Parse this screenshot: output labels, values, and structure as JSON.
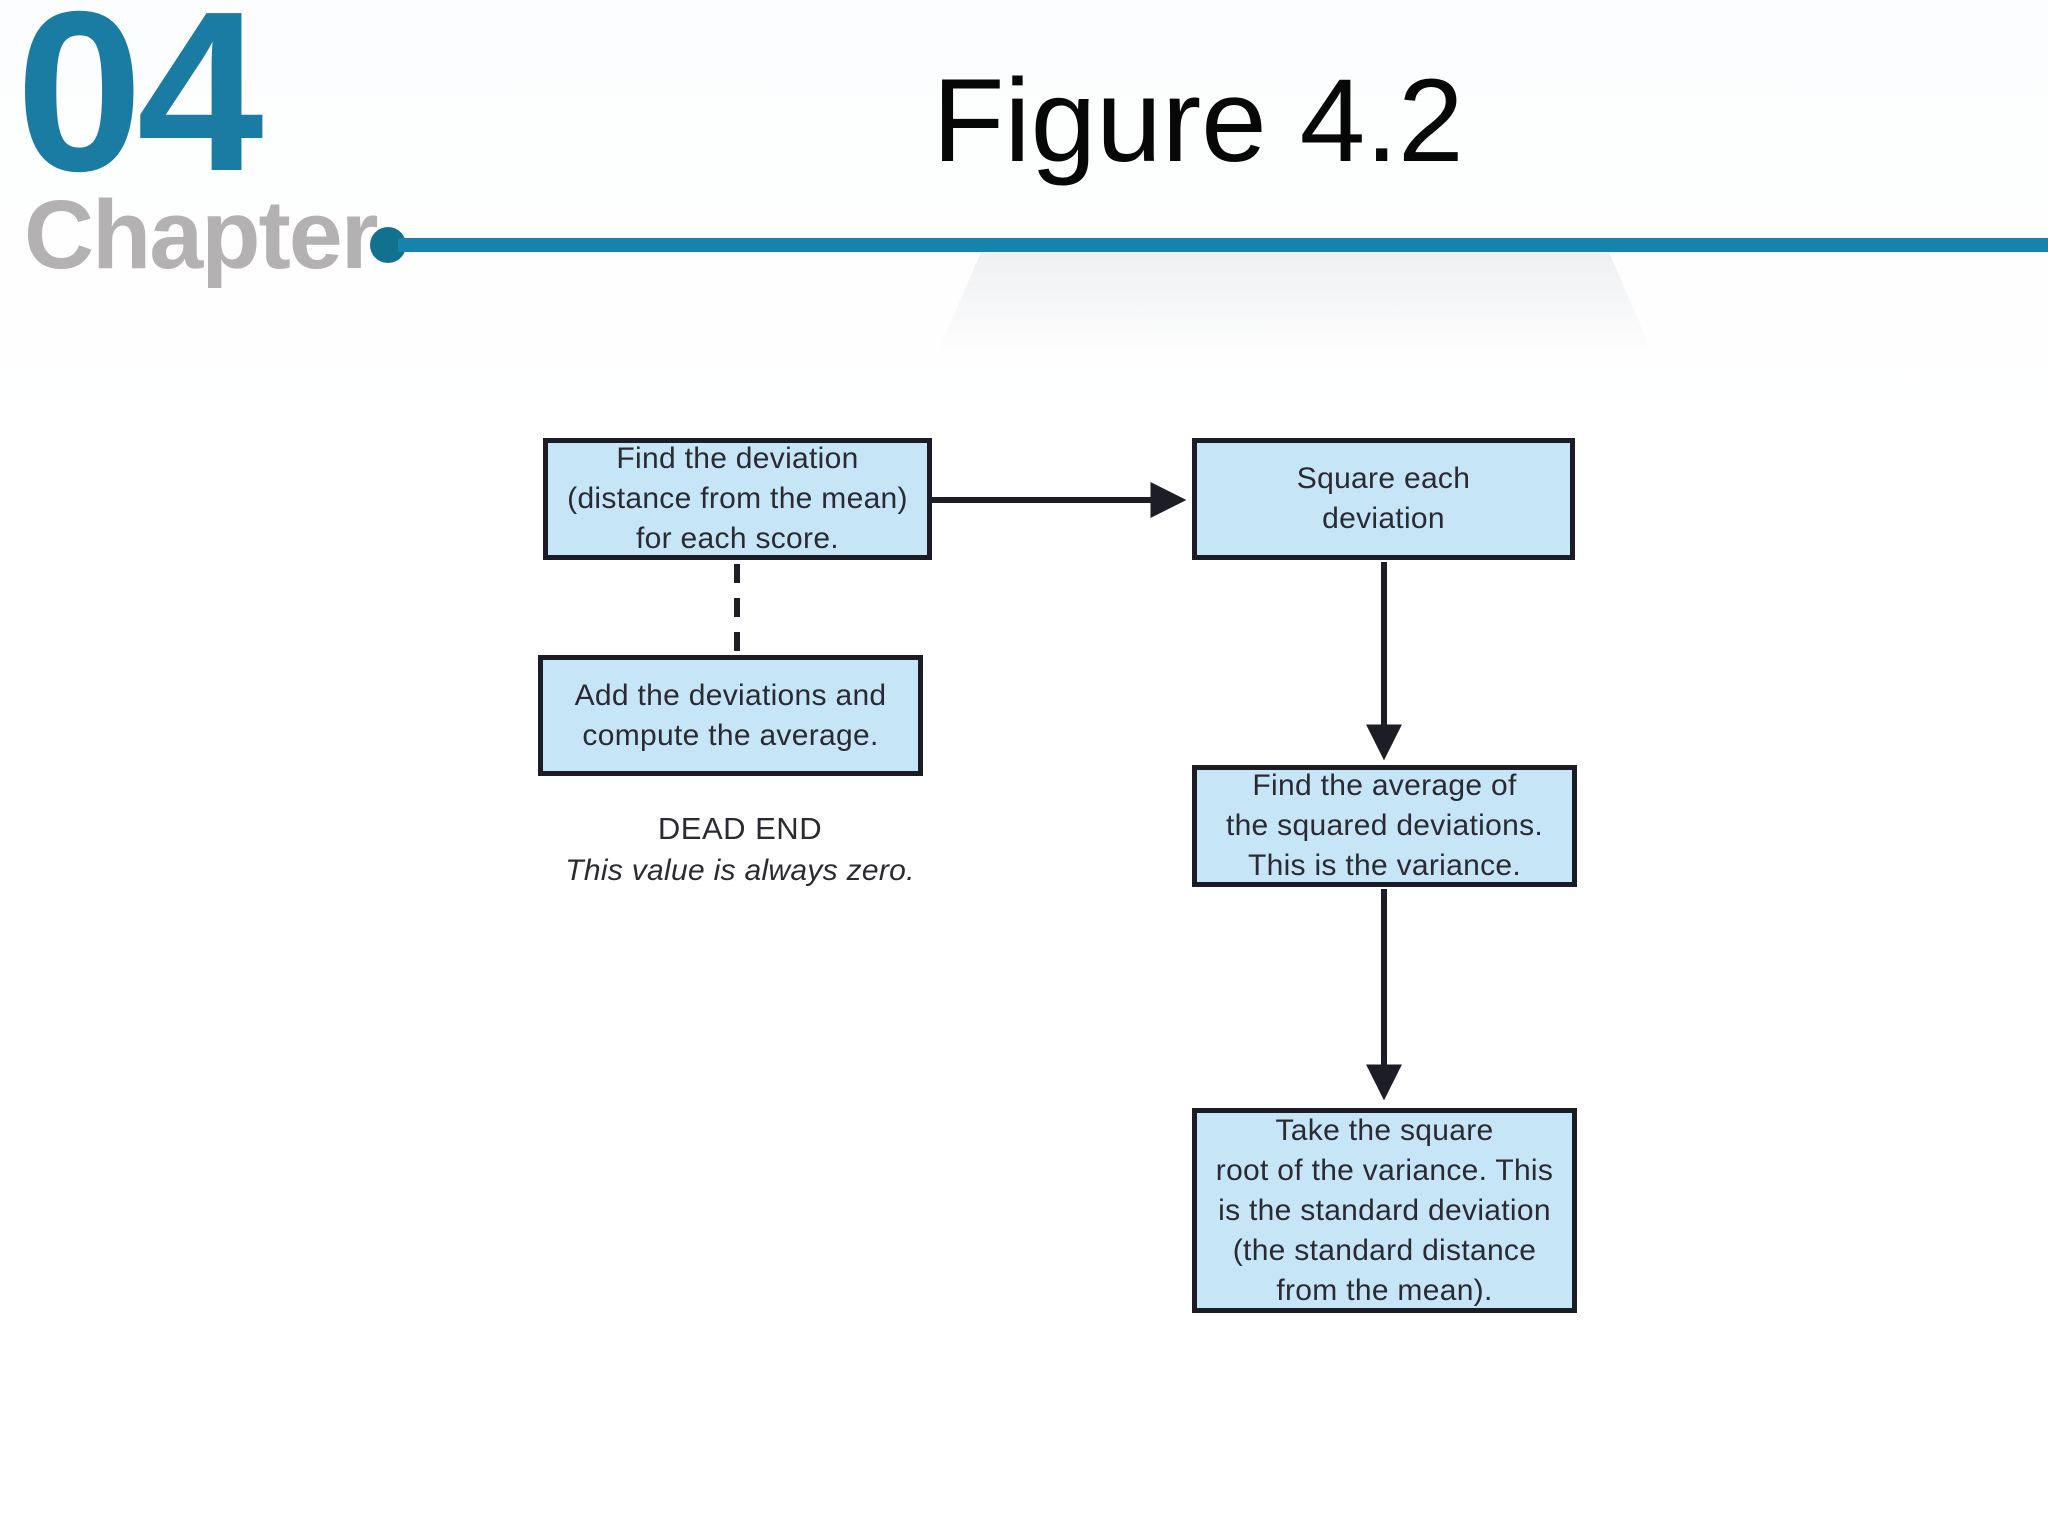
{
  "header": {
    "chapter_number": "04",
    "chapter_label": "Chapter",
    "title": "Figure 4.2"
  },
  "colors": {
    "accent_teal": "#1583ab",
    "accent_dot": "#11718f",
    "chapter_number_teal": "#1a7ba3",
    "chapter_label_gray": "#b3b1b1",
    "box_fill": "#c6e5f7",
    "box_border": "#1c1c26",
    "box_text": "#2a2a32",
    "connector": "#1d1d26",
    "title_text": "#070707"
  },
  "flowchart": {
    "boxes": [
      {
        "id": "find-deviation",
        "text": "Find the deviation\n(distance from the mean)\nfor each score."
      },
      {
        "id": "square-each-deviation",
        "text": "Square each\ndeviation"
      },
      {
        "id": "add-deviations",
        "text": "Add the deviations and\ncompute the average."
      },
      {
        "id": "average-squared",
        "text": "Find the average of\nthe squared deviations.\nThis is the variance."
      },
      {
        "id": "square-root",
        "text": "Take the square\nroot of the variance. This\nis the standard deviation\n(the standard distance\nfrom the mean)."
      }
    ],
    "dead_end": {
      "label": "DEAD END",
      "note": "This value is always zero."
    },
    "connections": [
      {
        "from": "find-deviation",
        "to": "square-each-deviation",
        "style": "solid-arrow-right"
      },
      {
        "from": "find-deviation",
        "to": "add-deviations",
        "style": "dashed-line-down"
      },
      {
        "from": "square-each-deviation",
        "to": "average-squared",
        "style": "solid-arrow-down"
      },
      {
        "from": "average-squared",
        "to": "square-root",
        "style": "solid-arrow-down"
      }
    ]
  }
}
